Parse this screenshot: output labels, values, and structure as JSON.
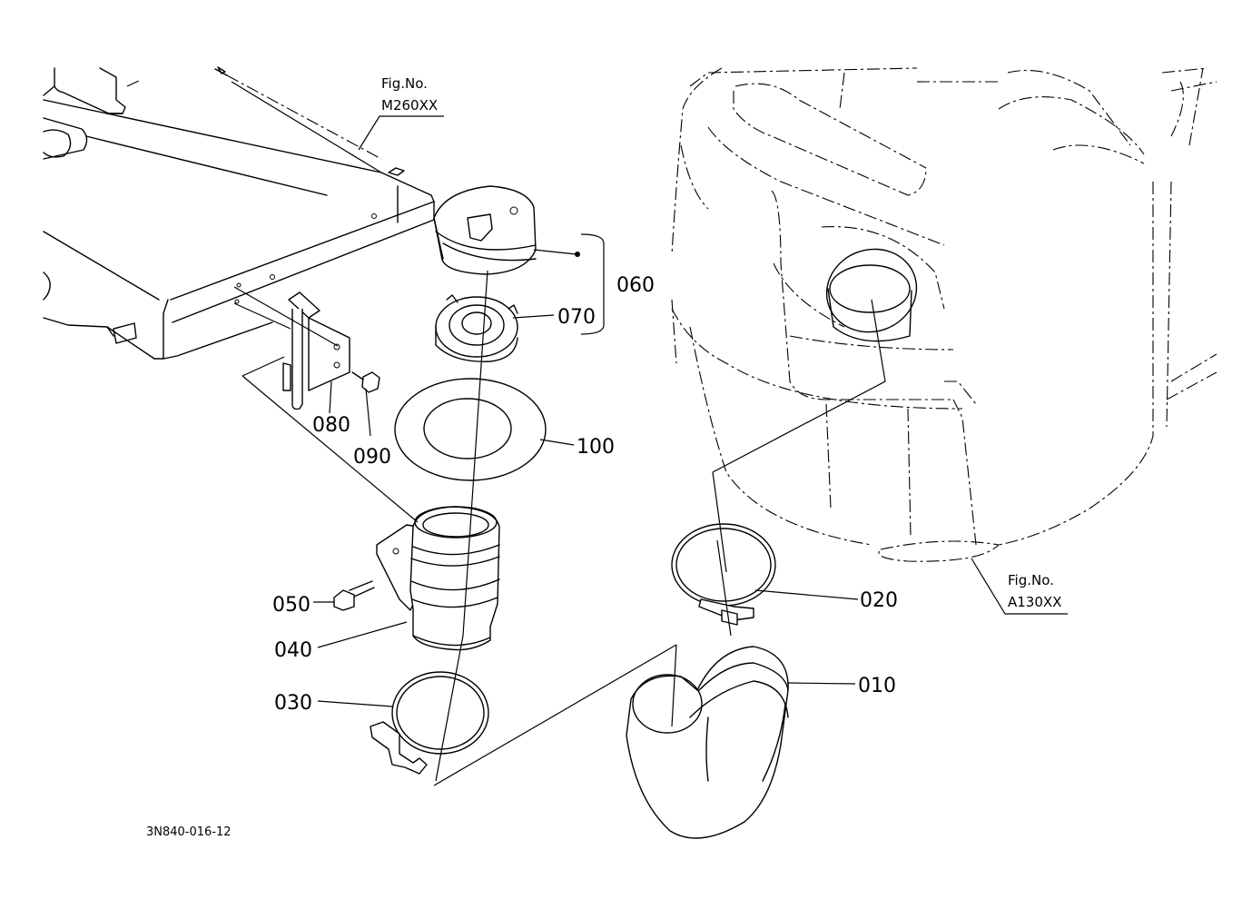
{
  "figure_refs": {
    "top": {
      "line1": "Fig.No.",
      "line2": "M260XX"
    },
    "right": {
      "line1": "Fig.No.",
      "line2": "A130XX"
    }
  },
  "parts": {
    "p010": "010",
    "p020": "020",
    "p030": "030",
    "p040": "040",
    "p050": "050",
    "p060": "060",
    "p070": "070",
    "p080": "080",
    "p090": "090",
    "p100": "100"
  },
  "drawing_code": "3N840-016-12"
}
